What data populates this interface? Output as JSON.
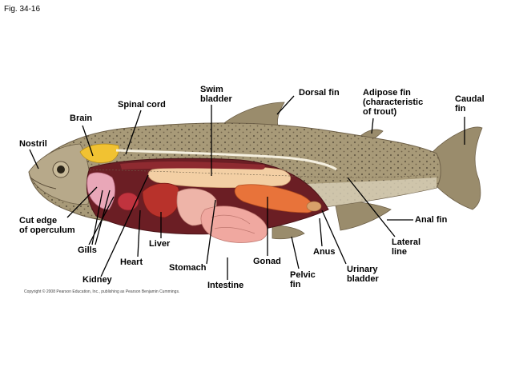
{
  "figure_label": "Fig. 34-16",
  "copyright": "Copyright © 2008 Pearson Education, Inc., publishing as Pearson Benjamin Cummings.",
  "labels": {
    "swim_bladder": [
      "Swim",
      "bladder"
    ],
    "dorsal_fin": [
      "Dorsal fin"
    ],
    "adipose_fin": [
      "Adipose fin",
      "(characteristic",
      "of trout)"
    ],
    "caudal_fin": [
      "Caudal",
      "fin"
    ],
    "spinal_cord": [
      "Spinal cord"
    ],
    "brain": [
      "Brain"
    ],
    "nostril": [
      "Nostril"
    ],
    "anal_fin": [
      "Anal fin"
    ],
    "cut_edge": [
      "Cut edge",
      "of operculum"
    ],
    "lateral_line": [
      "Lateral",
      "line"
    ],
    "liver": [
      "Liver"
    ],
    "anus": [
      "Anus"
    ],
    "gills": [
      "Gills"
    ],
    "heart": [
      "Heart"
    ],
    "gonad": [
      "Gonad"
    ],
    "stomach": [
      "Stomach"
    ],
    "urinary_bladder": [
      "Urinary",
      "bladder"
    ],
    "pelvic_fin": [
      "Pelvic",
      "fin"
    ],
    "kidney": [
      "Kidney"
    ],
    "intestine": [
      "Intestine"
    ]
  },
  "colors": {
    "body": "#a89a78",
    "belly": "#d8cfb8",
    "fin": "#9a8c6c",
    "cavity": "#6b1e24",
    "swim_bladder": "#f3cfa4",
    "gonad": "#e8733a",
    "liver": "#b8322b",
    "brain": "#f1c232",
    "intestine": "#f0a8a0"
  }
}
